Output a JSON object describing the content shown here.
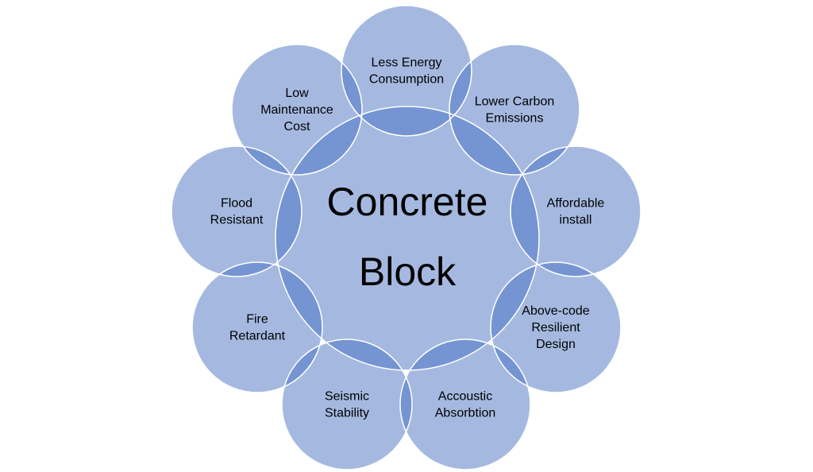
{
  "diagram": {
    "center": {
      "lines": [
        "Concrete",
        "Block"
      ]
    },
    "satellites": [
      {
        "id": "less-energy-consumption",
        "lines": [
          "Less Energy",
          "Consumption"
        ]
      },
      {
        "id": "lower-carbon-emissions",
        "lines": [
          "Lower Carbon",
          "Emissions"
        ]
      },
      {
        "id": "affordable-install",
        "lines": [
          "Affordable",
          "install"
        ]
      },
      {
        "id": "above-code-resilient-design",
        "lines": [
          "Above-code",
          "Resilient",
          "Design"
        ]
      },
      {
        "id": "accoustic-absorbtion",
        "lines": [
          "Accoustic",
          "Absorbtion"
        ]
      },
      {
        "id": "seismic-stability",
        "lines": [
          "Seismic",
          "Stability"
        ]
      },
      {
        "id": "fire-retardant",
        "lines": [
          "Fire",
          "Retardant"
        ]
      },
      {
        "id": "flood-resistant",
        "lines": [
          "Flood",
          "Resistant"
        ]
      },
      {
        "id": "low-maintenance-cost",
        "lines": [
          "Low",
          "Maintenance",
          "Cost"
        ]
      }
    ],
    "colors": {
      "fill": "#a5b9e0",
      "overlap": "#7594d2",
      "stroke": "#ffffff",
      "text": "#000000"
    }
  }
}
